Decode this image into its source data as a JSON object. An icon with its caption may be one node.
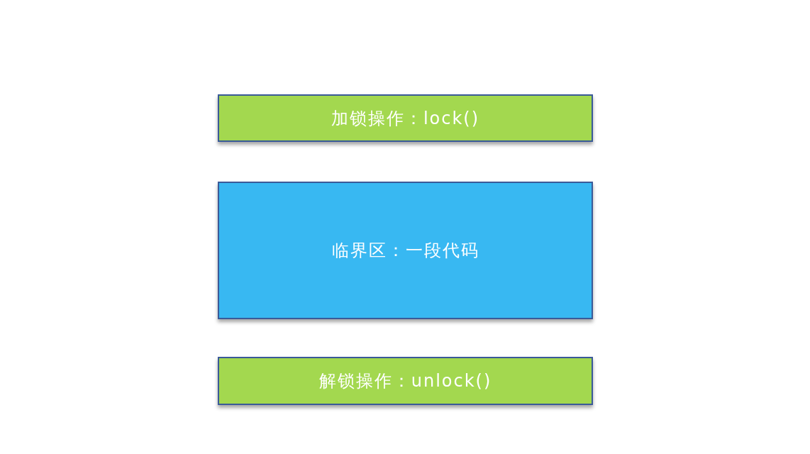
{
  "diagram": {
    "nodes": [
      {
        "text": [
          "加锁操作：lock()"
        ]
      },
      {
        "text": [
          "临界区：一段代码"
        ]
      },
      {
        "text": [
          "解锁操作：unlock()"
        ]
      }
    ]
  }
}
